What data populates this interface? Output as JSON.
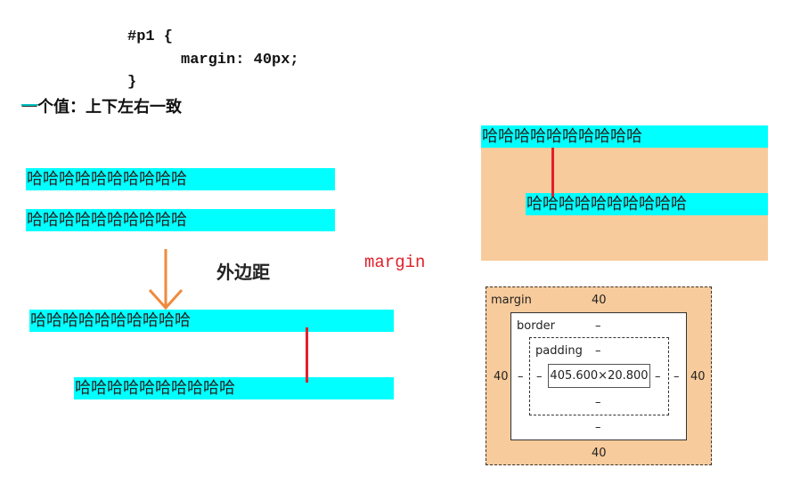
{
  "code": {
    "line1": "#p1 {",
    "line2": "margin: 40px;",
    "line3": "}"
  },
  "caption": "一个值：上下左右一致",
  "left_demo": {
    "bars": [
      "哈哈哈哈哈哈哈哈哈哈",
      "哈哈哈哈哈哈哈哈哈哈",
      "哈哈哈哈哈哈哈哈哈哈",
      "哈哈哈哈哈哈哈哈哈哈"
    ],
    "arrow_color": "#f08a3c",
    "bar_color": "#00ffff",
    "line_color": "#e0202a"
  },
  "labels": {
    "outer_margin": "外边距",
    "margin_word": "margin"
  },
  "right_demo": {
    "bars": [
      "哈哈哈哈哈哈哈哈哈哈",
      "哈哈哈哈哈哈哈哈哈哈"
    ],
    "margin_color": "#f8cb9c"
  },
  "box_model": {
    "margin_label": "margin",
    "border_label": "border",
    "padding_label": "padding",
    "margin_top": "40",
    "margin_bottom": "40",
    "margin_left": "40",
    "margin_right": "40",
    "border_top": "–",
    "border_bottom": "–",
    "border_left": "–",
    "border_right": "–",
    "padding_top": "–",
    "padding_bottom": "–",
    "padding_left": "–",
    "padding_right": "–",
    "content_size": "405.600×20.800"
  }
}
